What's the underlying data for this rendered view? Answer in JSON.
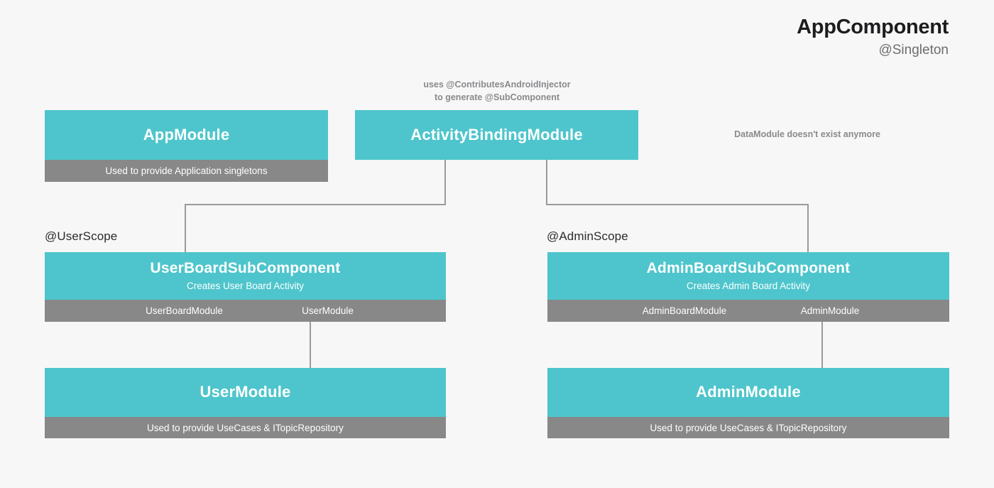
{
  "header": {
    "title": "AppComponent",
    "subtitle": "@Singleton"
  },
  "notes": {
    "injector": "uses @ContributesAndroidInjector\nto generate @SubComponent",
    "data_module": "DataModule doesn't exist anymore"
  },
  "scopes": {
    "user": "@UserScope",
    "admin": "@AdminScope"
  },
  "colors": {
    "teal": "#4EC5CC",
    "gray": "#888888",
    "background": "#F7F7F7",
    "line": "#9A9A9A",
    "note_text": "#8A8A8E",
    "title_text": "#1D1D1F"
  },
  "boxes": {
    "app_module": {
      "title": "AppModule",
      "footer": "Used to provide Application singletons"
    },
    "activity_binding_module": {
      "title": "ActivityBindingModule"
    },
    "user_board_sub_component": {
      "title": "UserBoardSubComponent",
      "subtitle": "Creates User Board Activity",
      "modules": [
        "UserBoardModule",
        "UserModule"
      ]
    },
    "admin_board_sub_component": {
      "title": "AdminBoardSubComponent",
      "subtitle": "Creates Admin Board Activity",
      "modules": [
        "AdminBoardModule",
        "AdminModule"
      ]
    },
    "user_module": {
      "title": "UserModule",
      "footer": "Used to provide UseCases & ITopicRepository"
    },
    "admin_module": {
      "title": "AdminModule",
      "footer": "Used to provide UseCases & ITopicRepository"
    }
  }
}
